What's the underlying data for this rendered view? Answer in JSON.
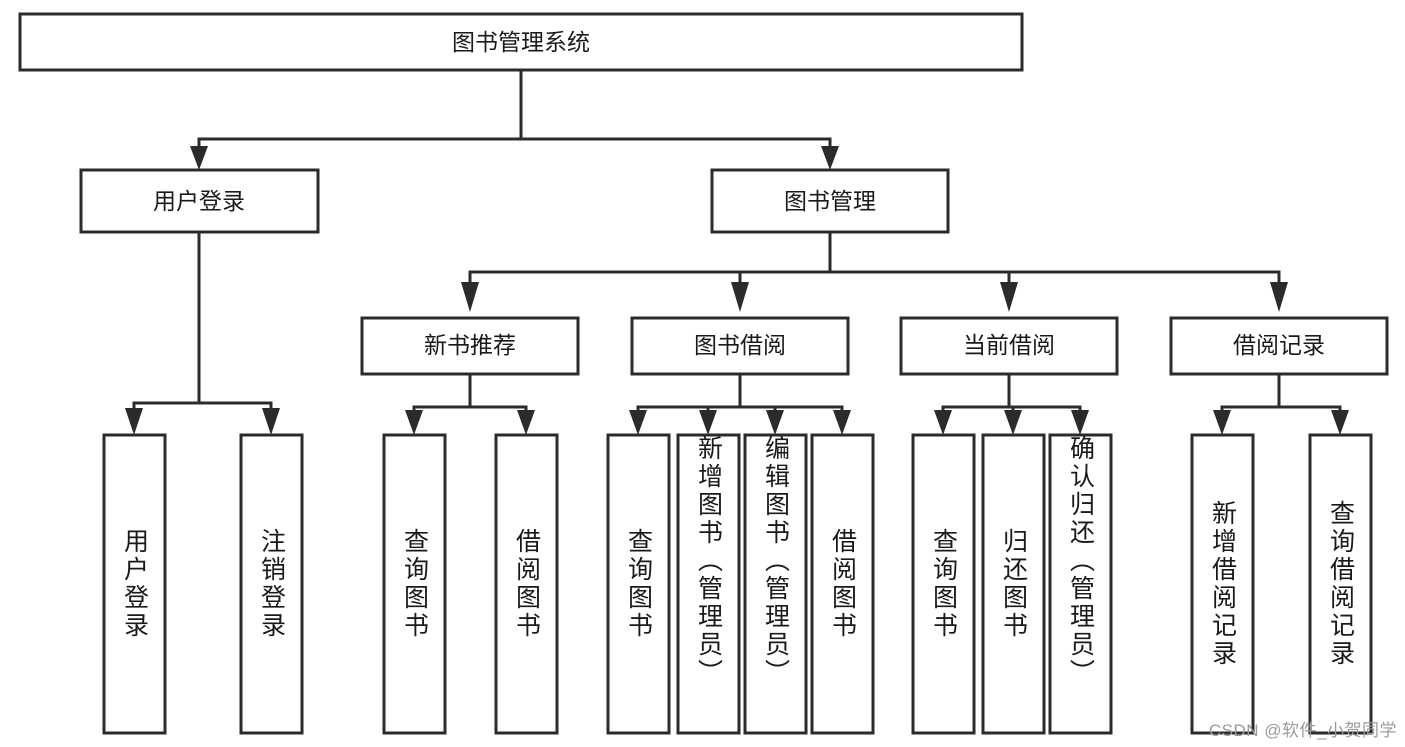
{
  "diagram": {
    "type": "tree-hierarchy",
    "title": "图书管理系统",
    "root": {
      "label": "图书管理系统"
    },
    "level2": [
      {
        "label": "用户登录"
      },
      {
        "label": "图书管理"
      }
    ],
    "level3": [
      {
        "label": "新书推荐"
      },
      {
        "label": "图书借阅"
      },
      {
        "label": "当前借阅"
      },
      {
        "label": "借阅记录"
      }
    ],
    "leaves": {
      "user_login": [
        {
          "label": "用户登录"
        },
        {
          "label": "注销登录"
        }
      ],
      "new_book_recommend": [
        {
          "label": "查询图书"
        },
        {
          "label": "借阅图书"
        }
      ],
      "book_borrow": [
        {
          "label": "查询图书"
        },
        {
          "label": "新增图书（管理员）"
        },
        {
          "label": "编辑图书（管理员）"
        },
        {
          "label": "借阅图书"
        }
      ],
      "current_borrow": [
        {
          "label": "查询图书"
        },
        {
          "label": "归还图书"
        },
        {
          "label": "确认归还（管理员）"
        }
      ],
      "borrow_record": [
        {
          "label": "新增借阅记录"
        },
        {
          "label": "查询借阅记录"
        }
      ]
    }
  },
  "watermark": {
    "text": "CSDN @软件_小贺同学"
  },
  "colors": {
    "stroke": "#2b2b2b",
    "fill": "#ffffff",
    "text": "#1a1a1a",
    "watermark": "#9a9a9a"
  }
}
